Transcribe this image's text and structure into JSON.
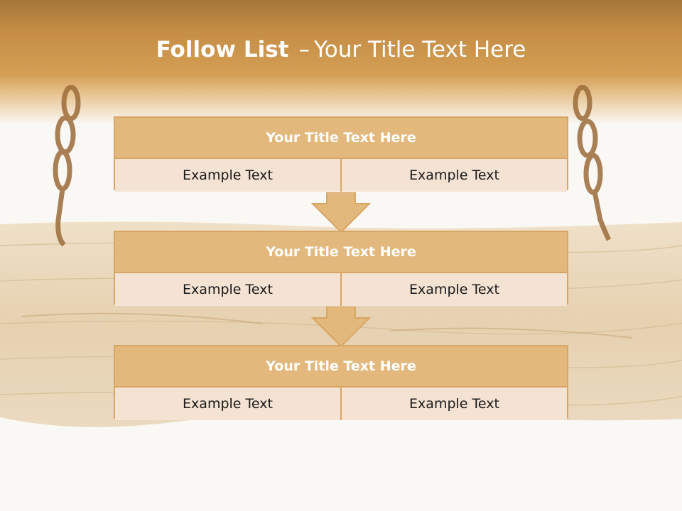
{
  "slide": {
    "title_bold": "Follow List",
    "title_separator": "–",
    "title_rest": "Your Title Text Here"
  },
  "steps": [
    {
      "title": "Your Title Text Here",
      "left": "Example Text",
      "right": "Example Text"
    },
    {
      "title": "Your Title Text Here",
      "left": "Example Text",
      "right": "Example Text"
    },
    {
      "title": "Your Title Text Here",
      "left": "Example Text",
      "right": "Example Text"
    }
  ],
  "colors": {
    "header": "#c58d45",
    "box_title": "#e3b87d",
    "box_body": "#f4e2d2",
    "border": "#d8a664"
  }
}
